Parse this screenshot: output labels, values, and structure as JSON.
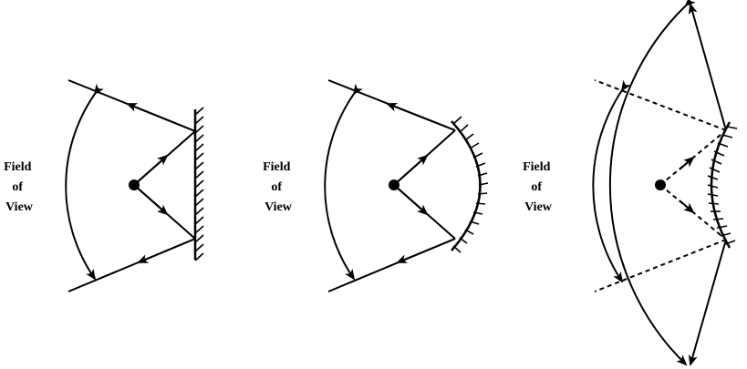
{
  "figure": {
    "panels": [
      {
        "id": "flat",
        "mirror_type": "flat",
        "label_lines": [
          "Field",
          "of",
          "View"
        ]
      },
      {
        "id": "concave",
        "mirror_type": "concave",
        "label_lines": [
          "Field",
          "of",
          "View"
        ]
      },
      {
        "id": "convex",
        "mirror_type": "convex",
        "label_lines": [
          "Field",
          "of",
          "View"
        ]
      }
    ],
    "colors": {
      "ink": "#000000",
      "background": "#ffffff"
    }
  }
}
